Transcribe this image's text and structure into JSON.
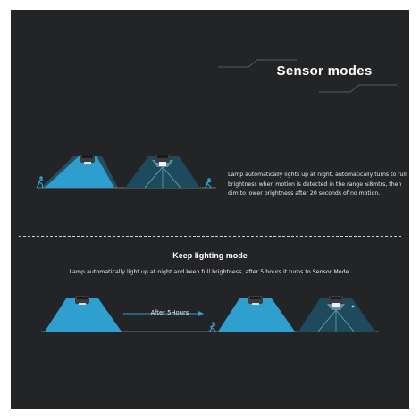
{
  "sensor": {
    "title": "Sensor modes",
    "description": "Lamp automatically lights up at night, automatically turns to full brightness when motion is detected in the range ≤8mtrs, then dim to lower brightness after 20 seconds of no motion."
  },
  "keep": {
    "title": "Keep lighting mode",
    "description": "Lamp automatically light up at night and keep full brightness, after 5 hours it turns to Sensor Mode.",
    "arrow_label": "After 5Hours"
  },
  "colors": {
    "background": "#232426",
    "bright_beam": "#2e9fcf",
    "dim_beam": "#1d4a5c",
    "text": "#ffffff"
  },
  "icons": [
    "solar-lamp-icon",
    "running-person-icon",
    "arrow-right-icon"
  ]
}
